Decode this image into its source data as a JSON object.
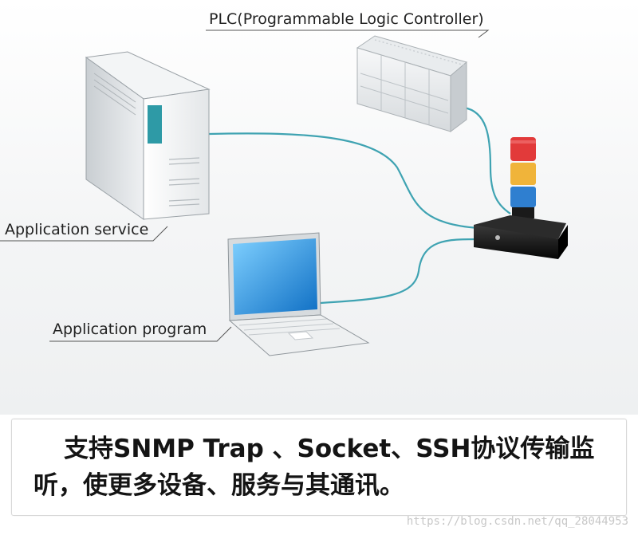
{
  "labels": {
    "plc": "PLC(Programmable Logic Controller)",
    "application_service": "Application service",
    "application_program": "Application program"
  },
  "caption": {
    "text": "支持SNMP Trap 、Socket、SSH协议传输监听，使更多设备、服务与其通讯。"
  },
  "watermark": "https://blog.csdn.net/qq_28044953",
  "colors": {
    "cable": "#3fa3b2",
    "screen": "#1d86d6",
    "server_slot": "#2e9aa6",
    "lamp_red": "#e23a3a",
    "lamp_yellow": "#f0b43a",
    "lamp_blue": "#2f7fd0",
    "hub_body": "#111111"
  },
  "icons": [
    "server-icon",
    "plc-icon",
    "signal-tower-icon",
    "laptop-icon"
  ]
}
